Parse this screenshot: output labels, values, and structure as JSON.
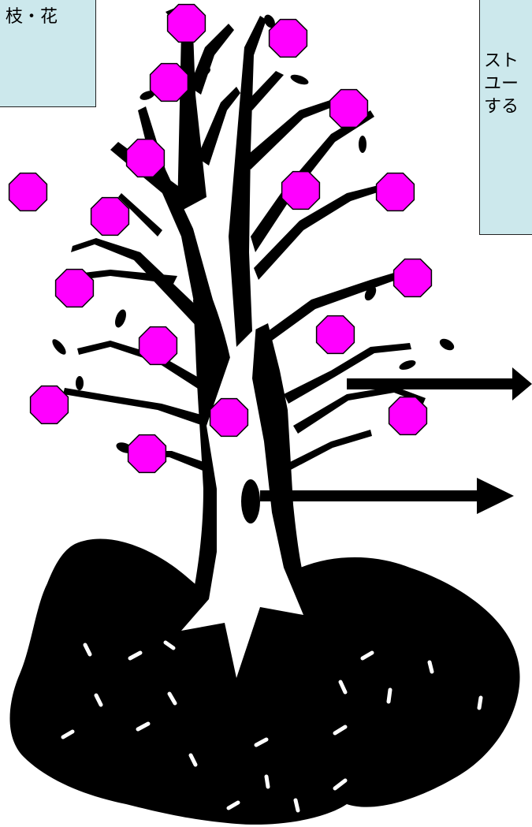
{
  "labels": {
    "left_box": "枝・花",
    "right_box_lines": [
      "スト",
      "ユー",
      "する"
    ]
  },
  "colors": {
    "box_fill": "#cce8ec",
    "flower_fill": "#ff00ff",
    "tree": "#000000"
  },
  "icons": {
    "flower": "magenta-octagon",
    "arrow": "right-arrow"
  }
}
